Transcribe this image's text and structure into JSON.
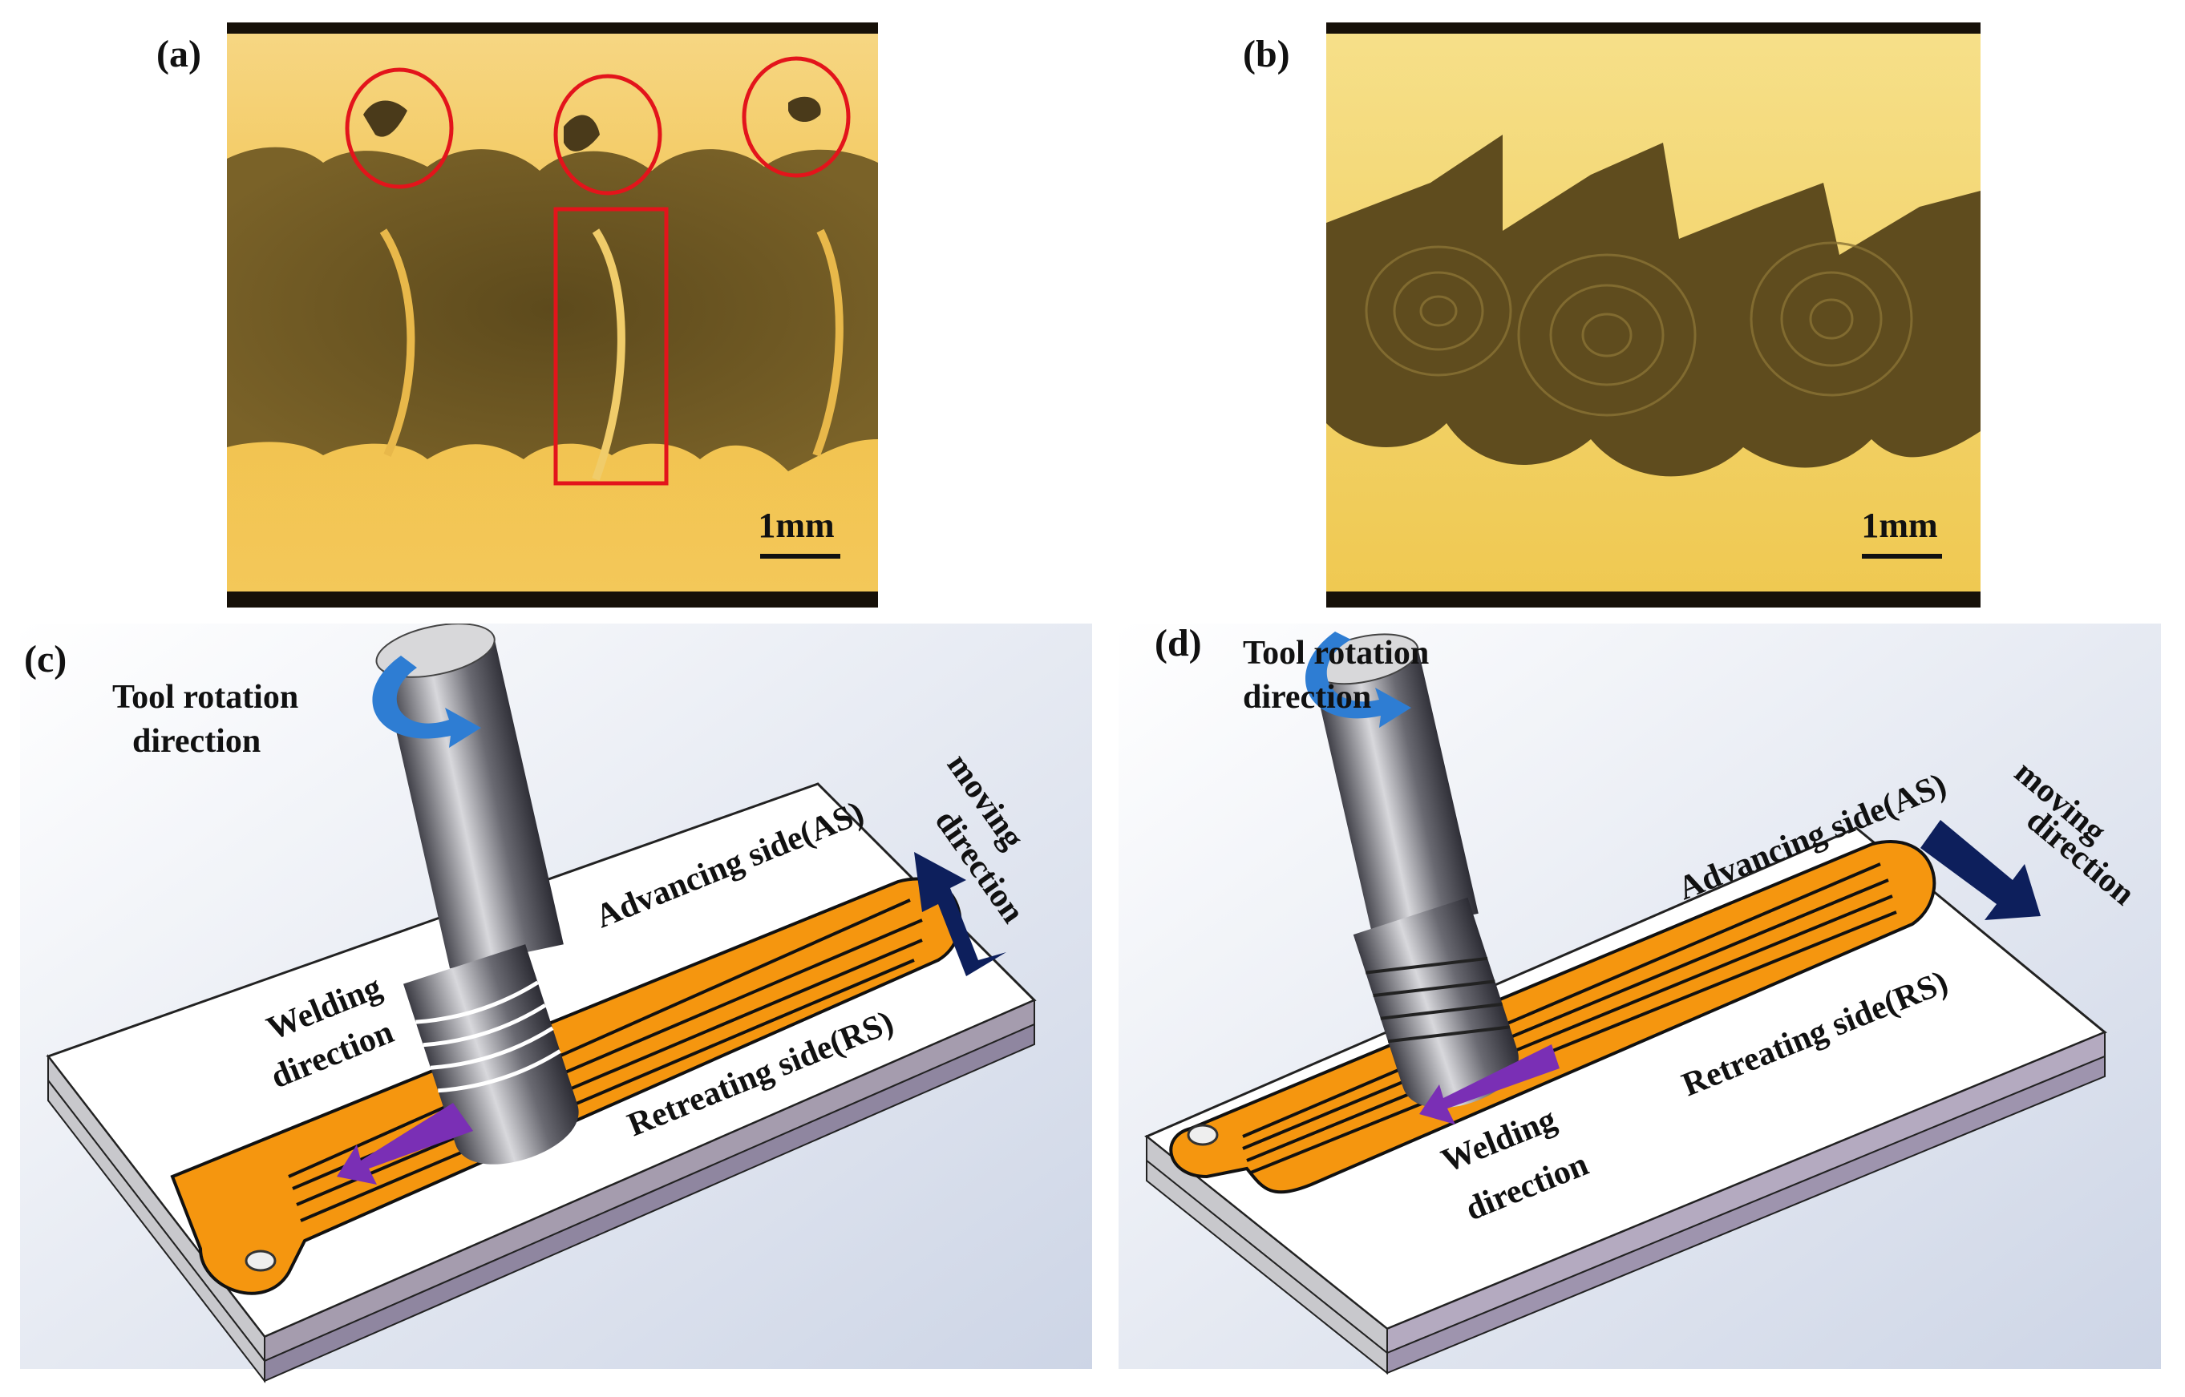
{
  "panels": [
    {
      "label": "(a)",
      "scale_bar": "1mm"
    },
    {
      "label": "(b)",
      "scale_bar": "1mm"
    },
    {
      "label": "(c)",
      "tool_rotation_line1": "Tool rotation",
      "tool_rotation_line2": "direction",
      "advancing_side": "Advancing side(AS)",
      "retreating_side": "Retreating  side(RS)",
      "moving_line1": "moving",
      "moving_line2": "direction",
      "welding_line1": "Welding",
      "welding_line2": "direction"
    },
    {
      "label": "(d)",
      "tool_rotation_line1": "Tool rotation",
      "tool_rotation_line2": "direction",
      "advancing_side": "Advancing side(AS)",
      "retreating_side": "Retreating  side(RS)",
      "moving_line1": "moving",
      "moving_line2": "direction",
      "welding_line1": "Welding",
      "welding_line2": "direction"
    }
  ],
  "colors": {
    "micro_base": "#f2c34e",
    "micro_nugget": "#6b5520",
    "highlight": "#e3141b",
    "weld_path": "#f5960f",
    "tool_arrow": "#2e7dd3",
    "moving_arrow": "#0d1f5c",
    "welding_arrow": "#7a2fb5",
    "plate_side": "#a59cae",
    "background_grad": "#cfd6e6"
  }
}
